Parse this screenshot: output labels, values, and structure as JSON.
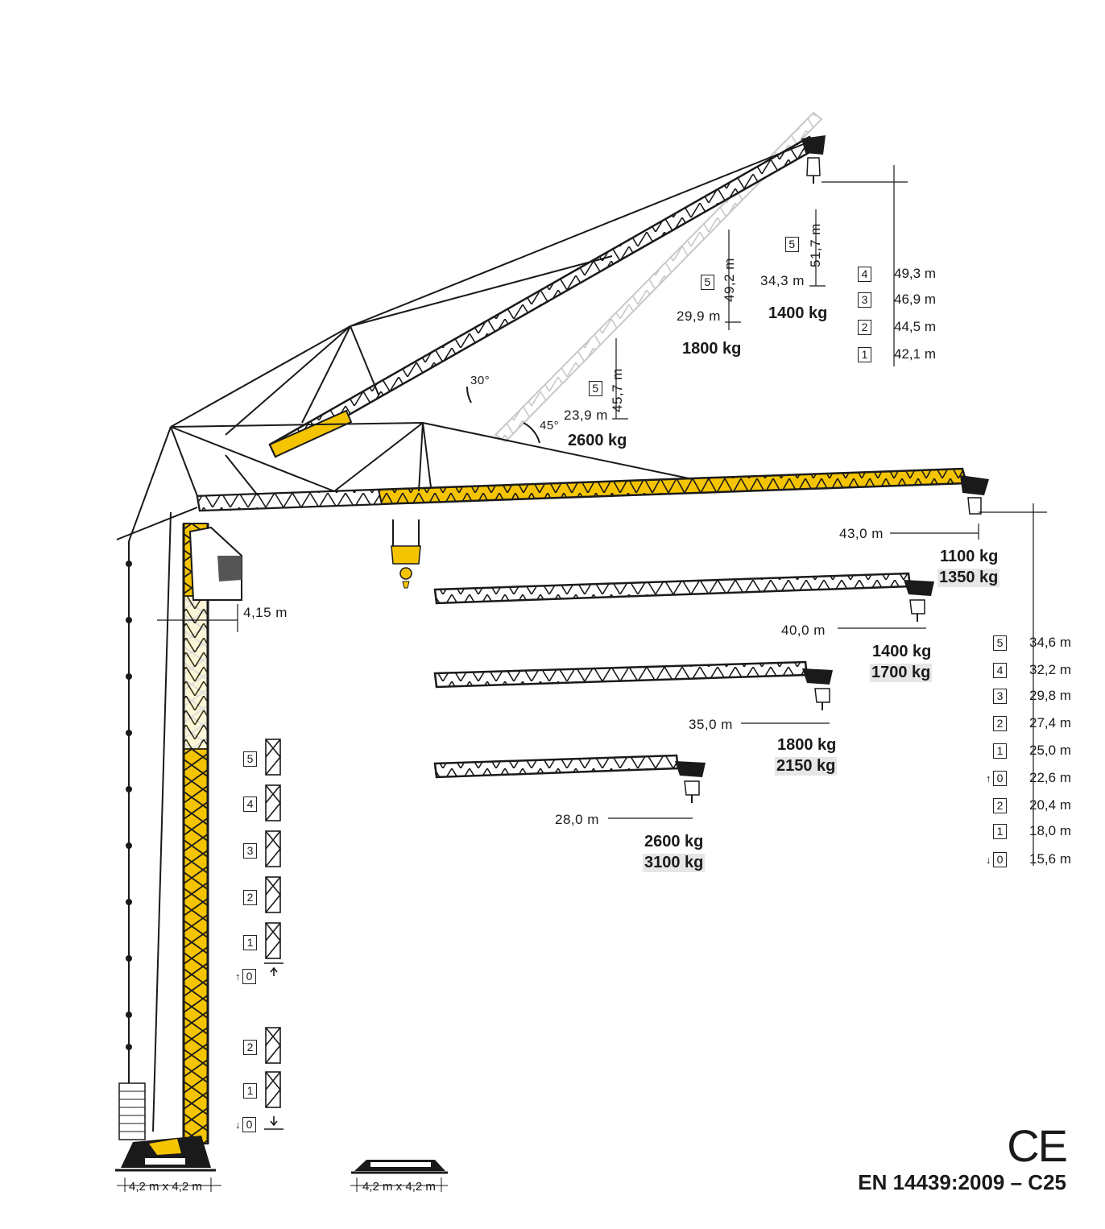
{
  "luffing": {
    "angle_30": "30°",
    "angle_45": "45°",
    "p51": {
      "config": "5",
      "height": "51,7 m",
      "radius": "34,3 m",
      "load": "1400 kg"
    },
    "p49": {
      "config": "5",
      "height": "49,2 m",
      "radius": "29,9 m",
      "load": "1800 kg"
    },
    "p45": {
      "config": "5",
      "height": "45,7 m",
      "radius": "23,9 m",
      "load": "2600 kg"
    },
    "heights": [
      {
        "box": "4",
        "value": "49,3 m"
      },
      {
        "box": "3",
        "value": "46,9 m"
      },
      {
        "box": "2",
        "value": "44,5 m"
      },
      {
        "box": "1",
        "value": "42,1 m"
      }
    ]
  },
  "horizontal": {
    "j43": {
      "radius": "43,0 m",
      "load": "1100 kg",
      "load_alt": "1350 kg"
    },
    "j40": {
      "radius": "40,0 m",
      "load": "1400 kg",
      "load_alt": "1700 kg"
    },
    "j35": {
      "radius": "35,0 m",
      "load": "1800 kg",
      "load_alt": "2150 kg"
    },
    "j28": {
      "radius": "28,0 m",
      "load": "2600 kg",
      "load_alt": "3100 kg"
    },
    "heights": [
      {
        "box": "5",
        "arrow": "",
        "value": "34,6 m"
      },
      {
        "box": "4",
        "arrow": "",
        "value": "32,2 m"
      },
      {
        "box": "3",
        "arrow": "",
        "value": "29,8 m"
      },
      {
        "box": "2",
        "arrow": "",
        "value": "27,4 m"
      },
      {
        "box": "1",
        "arrow": "",
        "value": "25,0 m"
      },
      {
        "box": "0",
        "arrow": "↑",
        "value": "22,6 m"
      },
      {
        "box": "2",
        "arrow": "",
        "value": "20,4 m"
      },
      {
        "box": "1",
        "arrow": "",
        "value": "18,0 m"
      },
      {
        "box": "0",
        "arrow": "↓",
        "value": "15,6 m"
      }
    ]
  },
  "counter_jib": "4,15 m",
  "tower_sections": [
    "5",
    "4",
    "3",
    "2",
    "1",
    "0",
    "2",
    "1",
    "0"
  ],
  "tower_arrows": {
    "up": "↑",
    "down": "↓"
  },
  "base_left": "4,2 m x 4,2 m",
  "base_right": "4,2 m x 4,2 m",
  "ce_mark": "CE",
  "standard": "EN 14439:2009 – C25",
  "colors": {
    "yellow": "#f5c400",
    "black": "#1a1a1a",
    "ghost": "#cfcfcf"
  }
}
